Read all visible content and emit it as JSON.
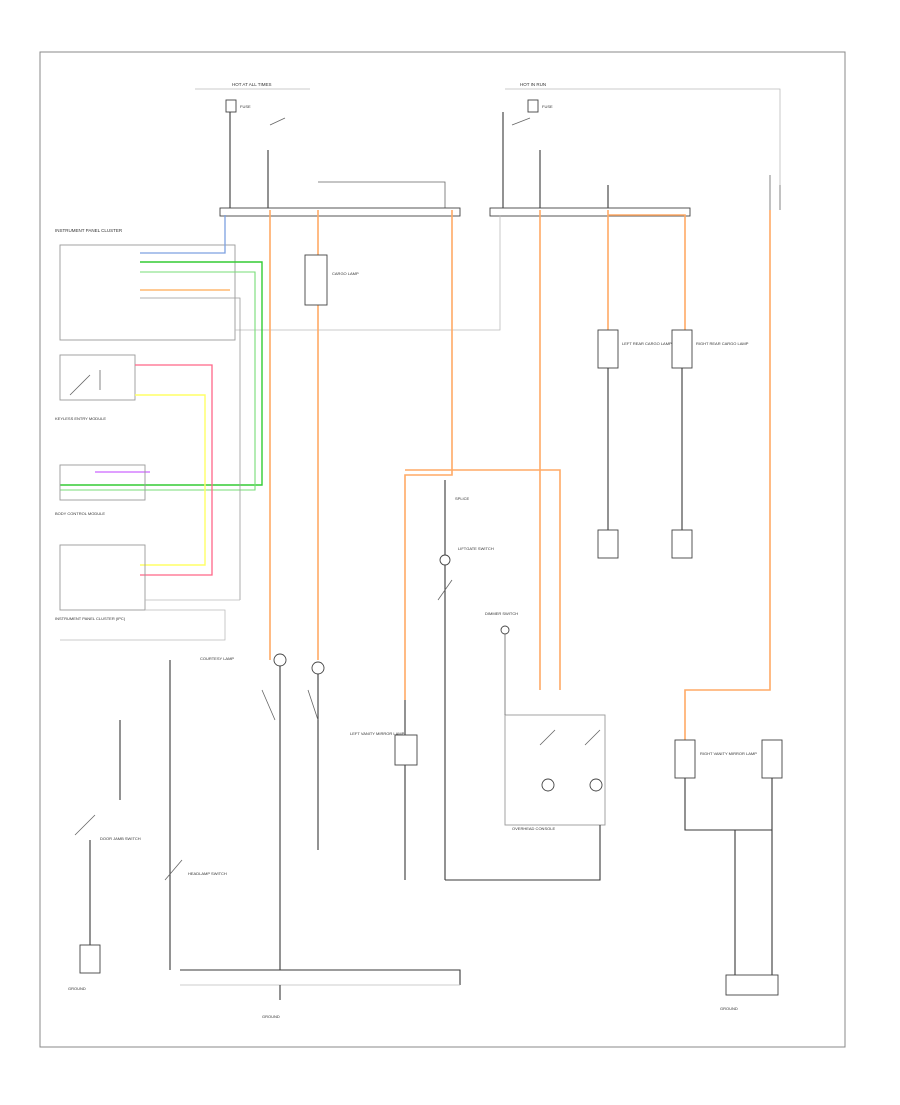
{
  "diagram": {
    "corner_code": "",
    "labels": {
      "hot_at_all_times": "HOT AT ALL TIMES",
      "hot_in_run": "HOT IN RUN",
      "fuse_a": "FUSE",
      "fuse_b": "FUSE",
      "instrument_cluster": "INSTRUMENT PANEL CLUSTER",
      "instrument_cluster_bottom": "INSTRUMENT PANEL CLUSTER (IPC)",
      "headlamp_switch": "HEADLAMP SWITCH",
      "courtesy_lamp": "COURTESY LAMP",
      "cargo_lamp": "CARGO LAMP",
      "left_rear_lamp": "LEFT REAR CARGO LAMP",
      "right_rear_lamp": "RIGHT REAR CARGO LAMP",
      "left_vanity": "LEFT VANITY MIRROR LAMP",
      "right_vanity": "RIGHT VANITY MIRROR LAMP",
      "overhead_console": "OVERHEAD CONSOLE",
      "dimmer": "DIMMER SWITCH",
      "ground_left": "GROUND",
      "ground_center": "GROUND",
      "ground_right": "GROUND",
      "splice": "SPLICE",
      "door_switch": "DOOR JAMB SWITCH",
      "liftgate_switch": "LIFTGATE SWITCH",
      "keyless_module": "KEYLESS ENTRY MODULE",
      "body_control": "BODY CONTROL MODULE"
    }
  }
}
